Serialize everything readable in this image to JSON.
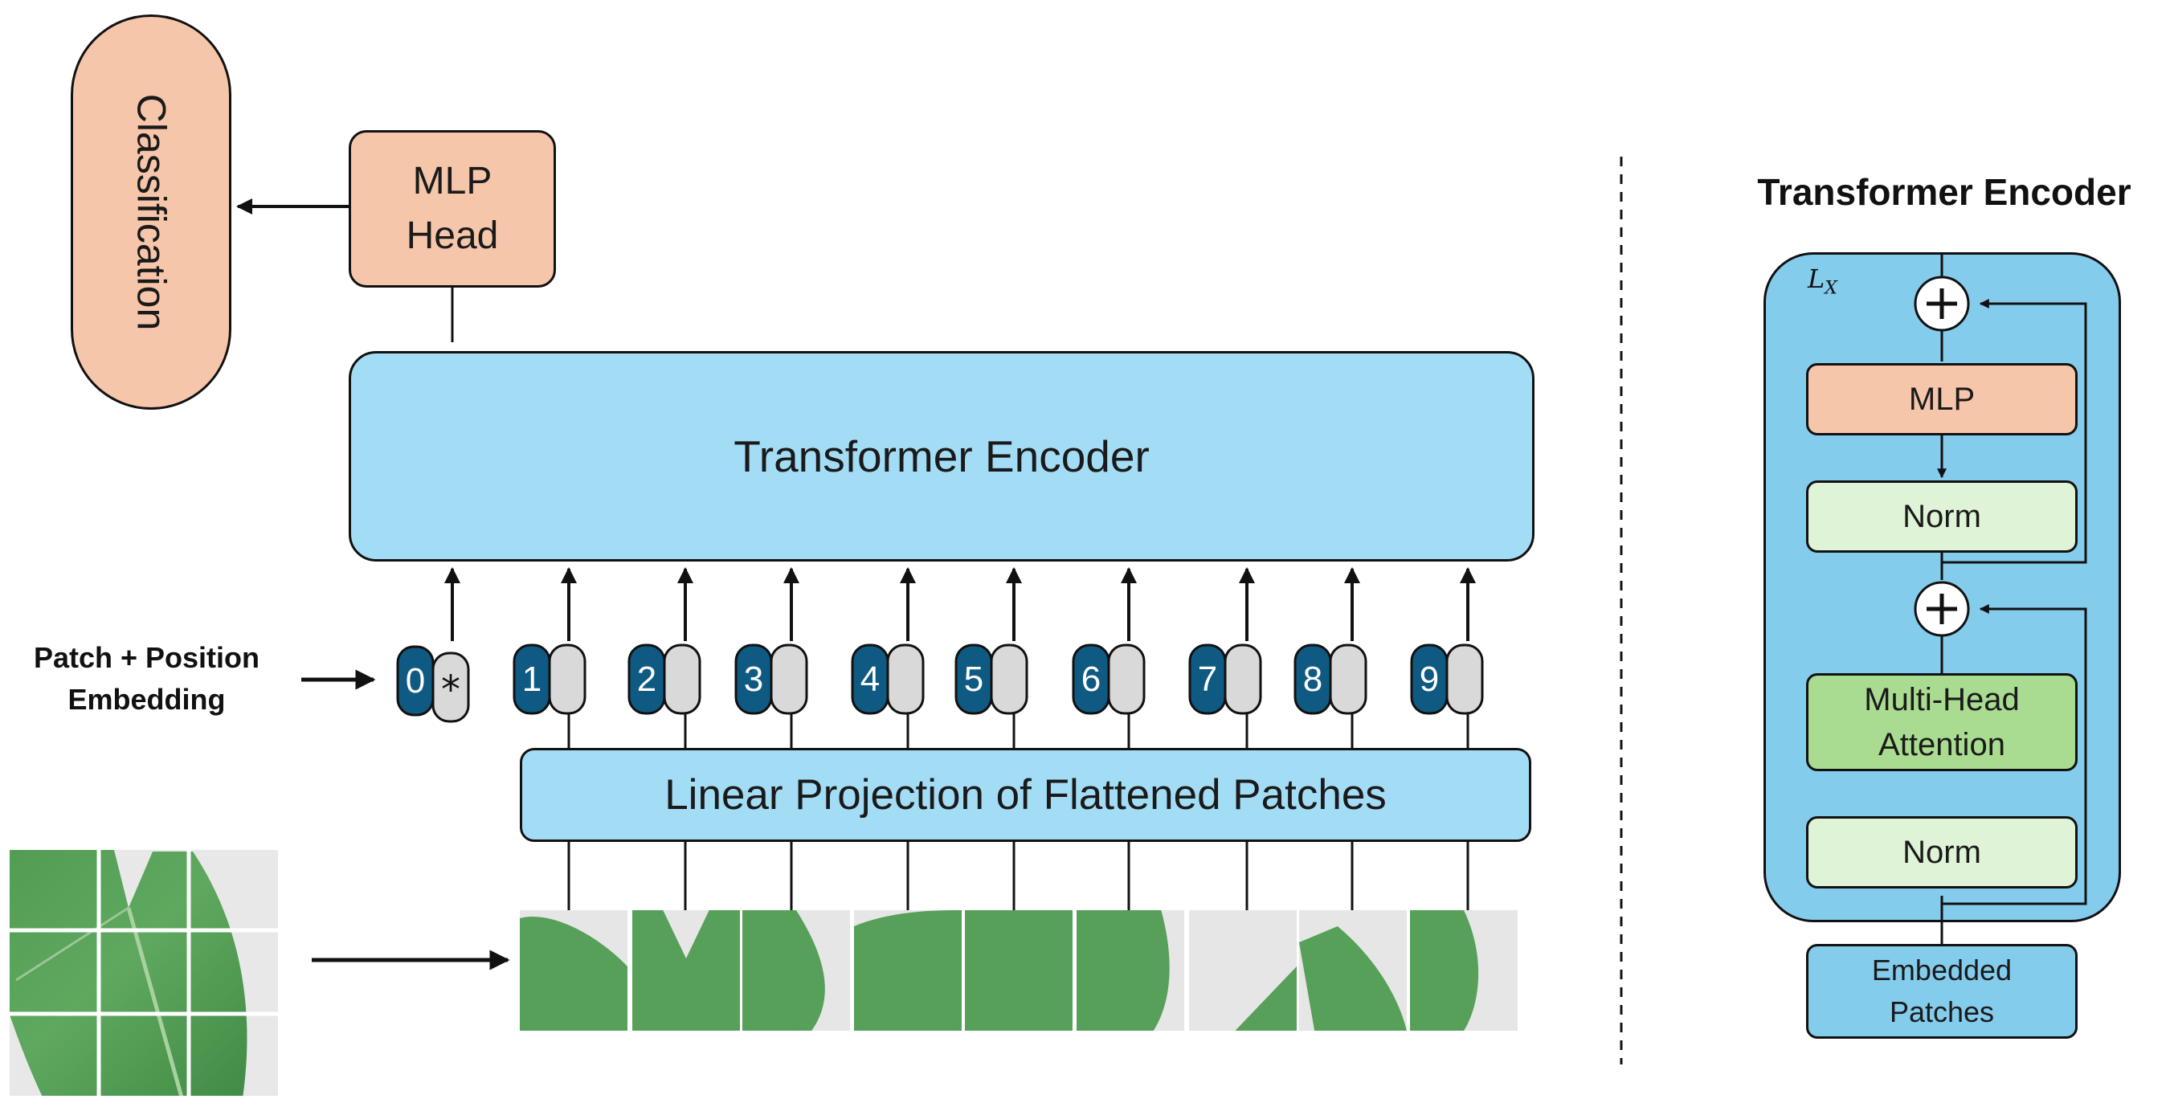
{
  "classification": "Classification",
  "mlp_head": "MLP\nHead",
  "transformer_encoder": "Transformer Encoder",
  "linear_projection": "Linear Projection of Flattened Patches",
  "embedding_label": "Patch + Position\nEmbedding",
  "tokens": [
    "0",
    "1",
    "2",
    "3",
    "4",
    "5",
    "6",
    "7",
    "8",
    "9"
  ],
  "cls_symbol": "*",
  "detail": {
    "title": "Transformer Encoder",
    "layers_label": "L",
    "layers_sub": "X",
    "plus": "+",
    "mlp": "MLP",
    "norm_top": "Norm",
    "attention": "Multi-Head\nAttention",
    "norm_bottom": "Norm",
    "embedded_patches": "Embedded\nPatches"
  },
  "colors": {
    "salmon": "#f6c6aa",
    "sky": "#a3dcf5",
    "encoder_outer": "#84ccec",
    "token_dark": "#0f5a82",
    "token_light": "#d9d9d9",
    "norm": "#dff3d6",
    "attention": "#a9dc91"
  }
}
